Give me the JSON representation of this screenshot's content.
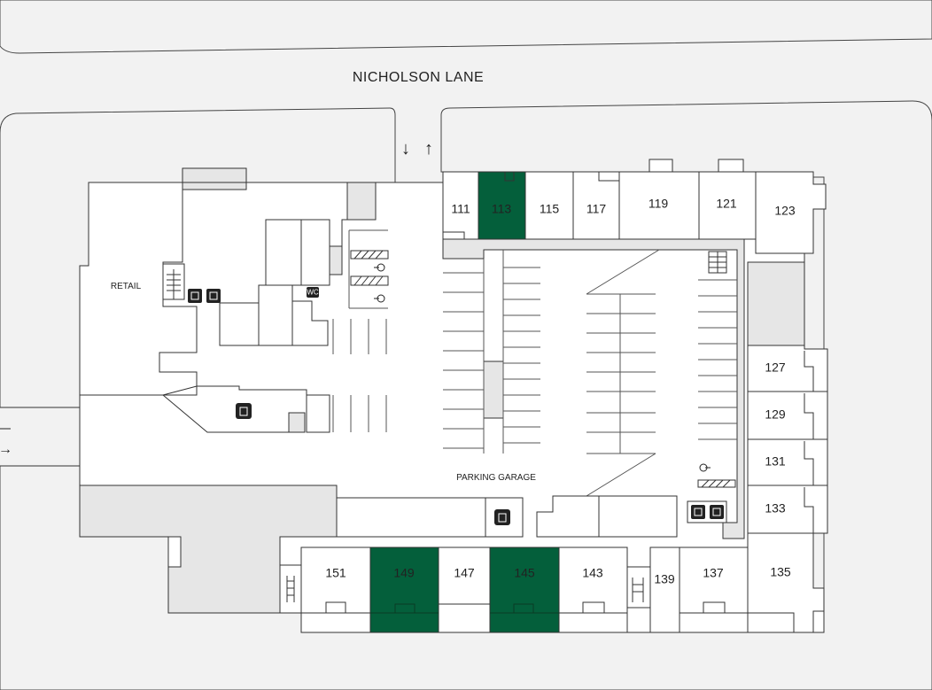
{
  "street": {
    "name": "NICHOLSON LANE"
  },
  "labels": {
    "retail": "RETAIL",
    "garage": "PARKING GARAGE",
    "wc": "WC"
  },
  "colors": {
    "available": "#045f3b",
    "unit": "#ffffff",
    "grey_area": "#e6e6e6",
    "ground": "#f2f2f2"
  },
  "units": [
    {
      "id": "111",
      "label": "111",
      "available": false
    },
    {
      "id": "113",
      "label": "113",
      "available": true
    },
    {
      "id": "115",
      "label": "115",
      "available": false
    },
    {
      "id": "117",
      "label": "117",
      "available": false
    },
    {
      "id": "119",
      "label": "119",
      "available": false
    },
    {
      "id": "121",
      "label": "121",
      "available": false
    },
    {
      "id": "123",
      "label": "123",
      "available": false
    },
    {
      "id": "127",
      "label": "127",
      "available": false
    },
    {
      "id": "129",
      "label": "129",
      "available": false
    },
    {
      "id": "131",
      "label": "131",
      "available": false
    },
    {
      "id": "133",
      "label": "133",
      "available": false
    },
    {
      "id": "135",
      "label": "135",
      "available": false
    },
    {
      "id": "137",
      "label": "137",
      "available": false
    },
    {
      "id": "139",
      "label": "139",
      "available": false
    },
    {
      "id": "143",
      "label": "143",
      "available": false
    },
    {
      "id": "145",
      "label": "145",
      "available": true
    },
    {
      "id": "147",
      "label": "147",
      "available": false
    },
    {
      "id": "149",
      "label": "149",
      "available": true
    },
    {
      "id": "151",
      "label": "151",
      "available": false
    }
  ],
  "icons": {
    "elevator": "elevator-icon",
    "restroom": "restroom-icon",
    "trash": "trash-icon",
    "accessible": "accessible-parking-icon",
    "stairs": "stairs-icon",
    "arrow_down": "↓",
    "arrow_up": "↑",
    "arrow_right": "→"
  }
}
